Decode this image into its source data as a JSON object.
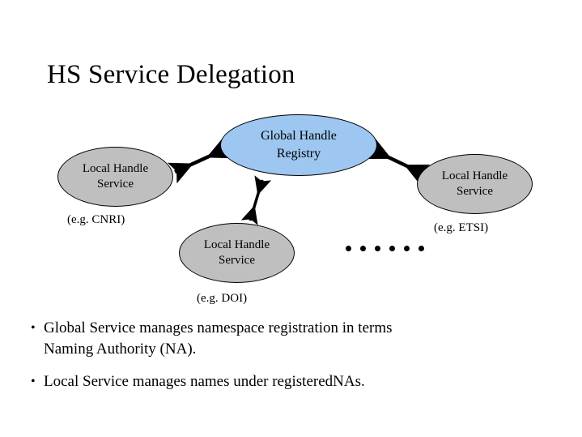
{
  "slide": {
    "title": "HS Service Delegation"
  },
  "diagram": {
    "nodes": [
      {
        "id": "registry",
        "line1": "Global Handle",
        "line2": "Registry",
        "fill": "#9DC6F0",
        "stroke": "#000000"
      },
      {
        "id": "local-left",
        "line1": "Local Handle",
        "line2": "Service",
        "fill": "#BFBFBF",
        "stroke": "#000000"
      },
      {
        "id": "local-right",
        "line1": "Local Handle",
        "line2": "Service",
        "fill": "#BFBFBF",
        "stroke": "#000000"
      },
      {
        "id": "local-bottom",
        "line1": "Local Handle",
        "line2": "Service",
        "fill": "#BFBFBF",
        "stroke": "#000000"
      }
    ],
    "captions": {
      "cnri": "(e.g. CNRI)",
      "etsi": "(e.g. ETSI)",
      "doi": "(e.g. DOI)"
    },
    "connectors": [
      {
        "id": "left-registry",
        "style": "double-headed-arrow"
      },
      {
        "id": "registry-right",
        "style": "double-headed-arrow"
      },
      {
        "id": "registry-bottom",
        "style": "double-headed-arrow"
      }
    ],
    "ellipsis_dots": 6
  },
  "bullets": [
    {
      "mark": "•",
      "text": "Global Service manages namespace registration in terms\nNaming Authority (NA)."
    },
    {
      "mark": "•",
      "text": "Local Service manages names under registeredNAs."
    }
  ]
}
